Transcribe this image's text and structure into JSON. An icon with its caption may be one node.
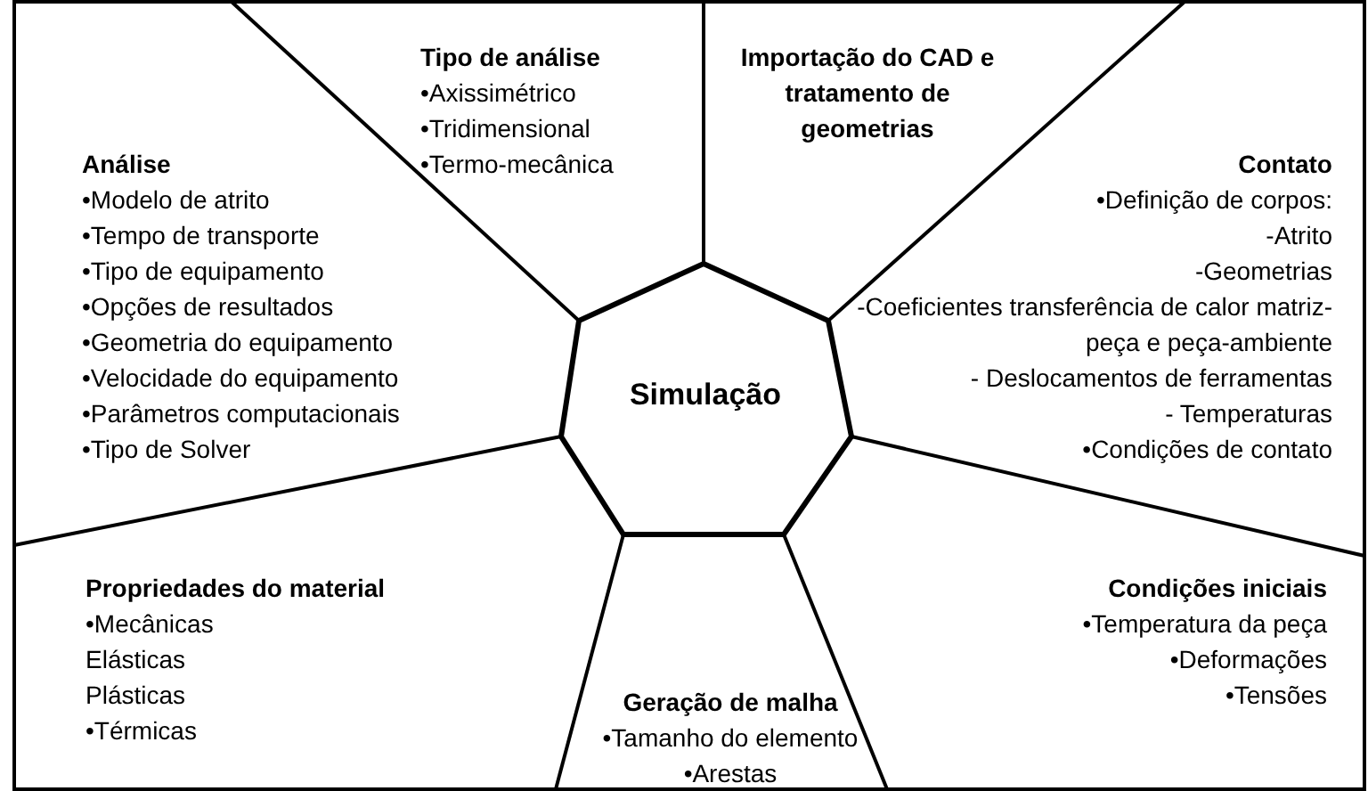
{
  "diagram": {
    "nodes": [
      {
        "text": [
          "Tipo de análise",
          "•Axissimétrico",
          "•Tridimensional",
          "•Termo-mecânica"
        ]
      },
      {
        "text": [
          "Importação do CAD e tratamento de geometrias"
        ]
      },
      {
        "text": [
          "Análise",
          "•Modelo de atrito",
          "•Tempo de transporte",
          "•Tipo de equipamento",
          "•Opções de resultados",
          "•Geometria do equipamento",
          "•Velocidade do equipamento",
          "•Parâmetros computacionais",
          "•Tipo de Solver"
        ]
      },
      {
        "text": [
          "Contato",
          "•Definição de corpos:",
          "-Atrito",
          "-Geometrias",
          "-Coeficientes transferência de calor matriz-peça e peça-ambiente",
          "- Deslocamentos de ferramentas",
          "- Temperaturas",
          "•Condições de contato"
        ]
      },
      {
        "text": [
          "Simulação"
        ]
      },
      {
        "text": [
          "Propriedades do material",
          "•Mecânicas",
          "Elásticas",
          "Plásticas",
          "•Térmicas"
        ]
      },
      {
        "text": [
          "Condições iniciais",
          "•Temperatura da peça",
          "•Deformações",
          "•Tensões"
        ]
      },
      {
        "text": [
          "Geração de malha",
          "•Tamanho do elemento",
          "•Arestas"
        ]
      }
    ]
  }
}
